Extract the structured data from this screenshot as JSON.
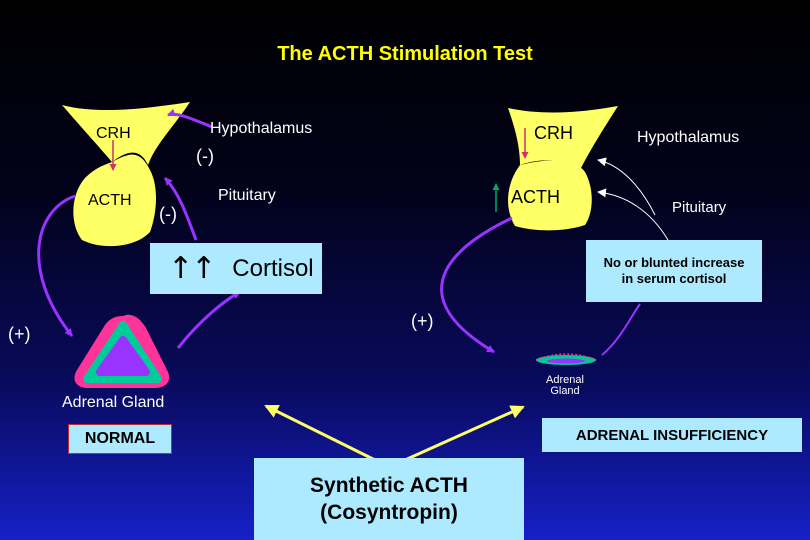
{
  "title": "The ACTH Stimulation Test",
  "normal": {
    "crh": "CRH",
    "acth": "ACTH",
    "hypothalamus": "Hypothalamus",
    "pituitary": "Pituitary",
    "feedback_top": "(-)",
    "feedback_bottom": "(-)",
    "cortisol": "Cortisol",
    "cortisol_arrows": "↑↑",
    "stimulus": "(+)",
    "adrenal_gland": "Adrenal Gland",
    "label": "NORMAL"
  },
  "insufficiency": {
    "crh": "CRH",
    "acth": "ACTH",
    "hypothalamus": "Hypothalamus",
    "pituitary": "Pituitary",
    "acth_arrow": "↑",
    "response": "No or blunted increase in serum cortisol",
    "stimulus": "(+)",
    "adrenal_gland": "Adrenal Gland",
    "label": "ADRENAL INSUFFICIENCY"
  },
  "drug": {
    "name": "Synthetic ACTH",
    "generic": "(Cosyntropin)"
  },
  "colors": {
    "gland": "#ffff66",
    "box_fill": "#aeeaff",
    "purple_arrow": "#9933ff",
    "title": "#ffff00",
    "adrenal_outer": "#ff3399",
    "adrenal_middle": "#00cc99",
    "adrenal_inner": "#9933ff"
  }
}
